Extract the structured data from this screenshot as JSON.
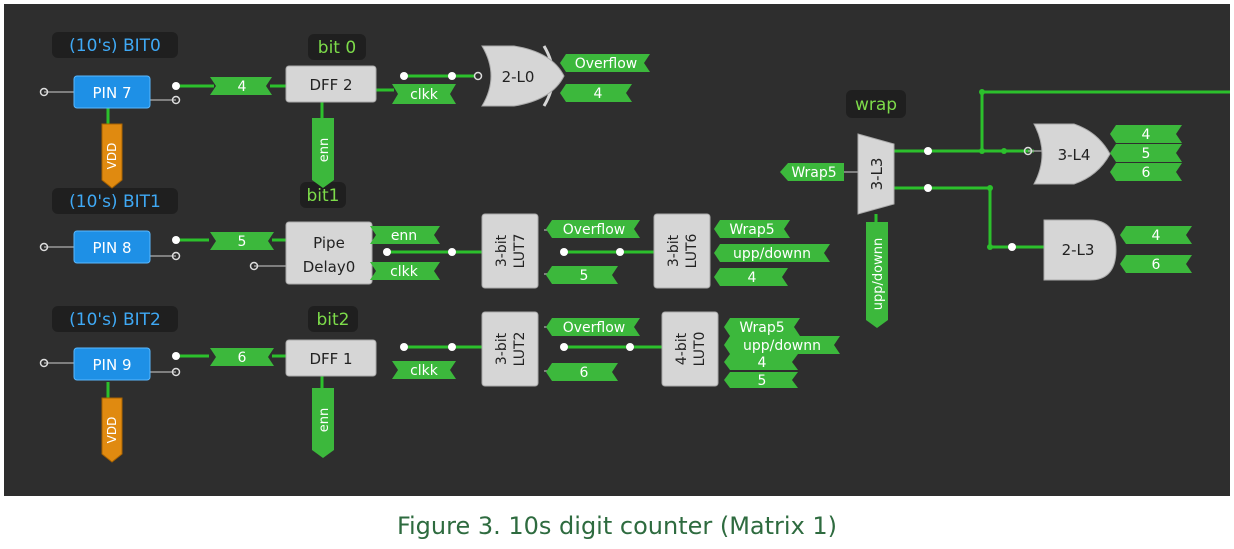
{
  "caption": "Figure 3. 10s digit counter (Matrix 1)",
  "colors": {
    "background": "#2e2e2e",
    "wire": "#22b822",
    "wire_dark": "#3a3a3a",
    "tag": "#3cb83c",
    "pin": "#1e90e6",
    "vdd": "#e08a10",
    "block": "#d6d6d6",
    "title_text_blue": "#3fa9f5",
    "title_text_green": "#7ddc4a"
  },
  "titles": {
    "bit0_pin": "(10's) BIT0",
    "bit1_pin": "(10's) BIT1",
    "bit2_pin": "(10's) BIT2",
    "bit0": "bit 0",
    "bit1": "bit1",
    "bit2": "bit2",
    "wrap": "wrap"
  },
  "pins": {
    "pin7": "PIN 7",
    "pin8": "PIN 8",
    "pin9": "PIN 9"
  },
  "vdd": {
    "label": "VDD"
  },
  "blocks": {
    "dff2": "DFF 2",
    "dff1": "DFF 1",
    "pipe_line1": "Pipe",
    "pipe_line2": "Delay0",
    "lut7_line1": "3-bit",
    "lut7_line2": "LUT7",
    "lut6_line1": "3-bit",
    "lut6_line2": "LUT6",
    "lut2_line1": "3-bit",
    "lut2_line2": "LUT2",
    "lut0_line1": "4-bit",
    "lut0_line2": "LUT0",
    "xor": "2-L0",
    "mux": "3-L3",
    "or": "3-L4",
    "and": "2-L3"
  },
  "tags": {
    "row0_in": "4",
    "row0_clk": "clkk",
    "row0_enn": "enn",
    "row0_overflow": "Overflow",
    "row0_out": "4",
    "row1_in": "5",
    "row1_enn": "enn",
    "row1_clk": "clkk",
    "lut7_overflow": "Overflow",
    "lut7_5": "5",
    "lut6_wrap5": "Wrap5",
    "lut6_updown": "upp/downn",
    "lut6_4": "4",
    "row2_in": "6",
    "row2_clk": "clkk",
    "row2_enn": "enn",
    "lut2_overflow": "Overflow",
    "lut2_6": "6",
    "lut0_wrap5": "Wrap5",
    "lut0_updown": "upp/downn",
    "lut0_4": "4",
    "lut0_5": "5",
    "mux_wrap5": "Wrap5",
    "mux_updown": "upp/downn",
    "or_4": "4",
    "or_5": "5",
    "or_6": "6",
    "and_4": "4",
    "and_6": "6"
  }
}
